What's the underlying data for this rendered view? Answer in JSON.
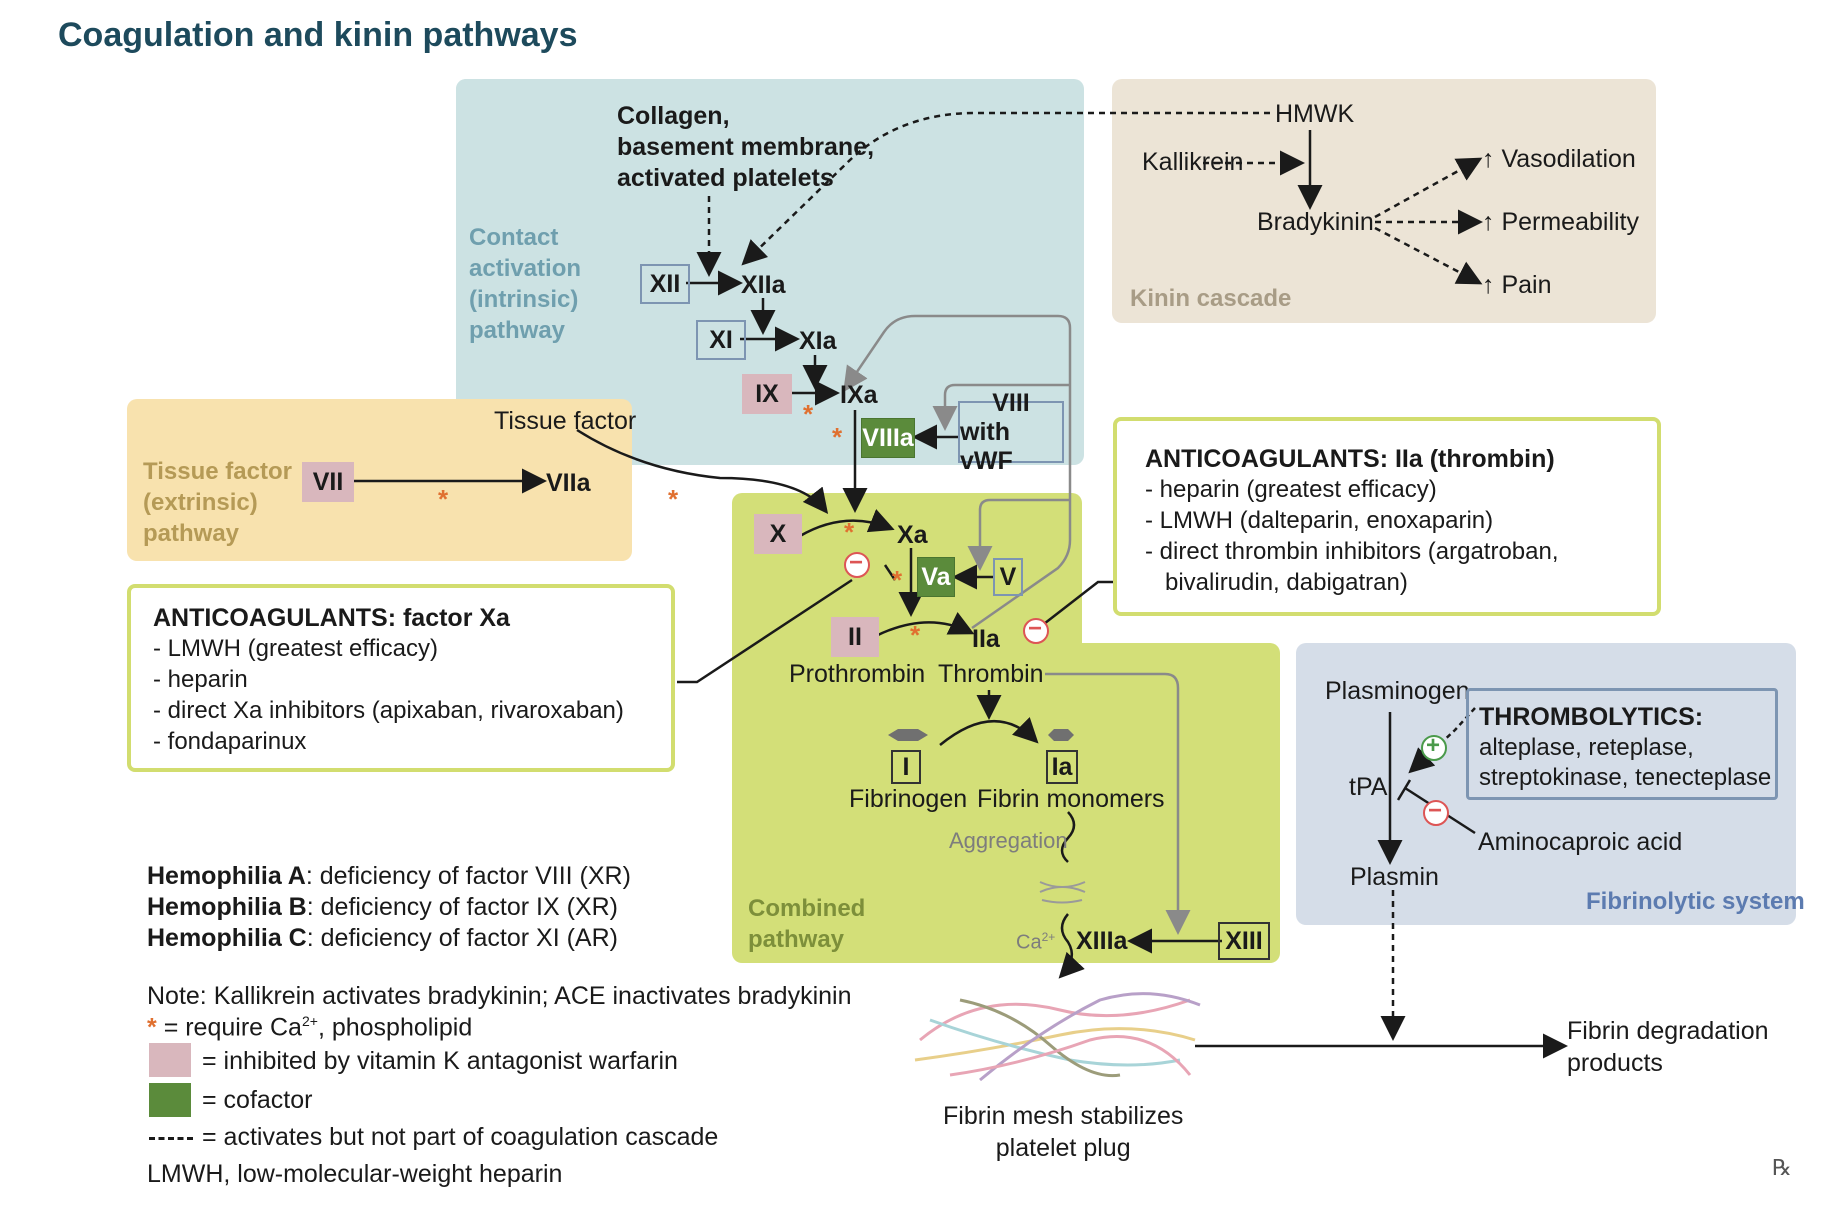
{
  "title": "Coagulation and kinin pathways",
  "colors": {
    "contact_bg": "#cce2e3",
    "tissue_bg": "#f8e2ae",
    "kinin_bg": "#ece4d6",
    "combined_bg": "#d3df78",
    "fibrinolytic_bg": "#d5dde8",
    "warfarin_pink": "#d9b7bd",
    "cofactor_green": "#5b8b3b",
    "box_border": "#d2dd6f",
    "asterisk": "#e07030",
    "region_label_blue": "#6f9fae",
    "region_label_tan": "#a89c86",
    "region_label_orange": "#b59a56",
    "region_label_green": "#7d8f3a",
    "region_label_fibrinolytic": "#5c7bb0"
  },
  "regions": {
    "contact": [
      "Contact",
      "activation",
      "(intrinsic)",
      "pathway"
    ],
    "tissue": [
      "Tissue factor",
      "(extrinsic)",
      "pathway"
    ],
    "kinin": "Kinin cascade",
    "combined": [
      "Combined",
      "pathway"
    ],
    "fibrinolytic": "Fibrinolytic system"
  },
  "contact_inputs": [
    "Collagen,",
    "basement membrane,",
    "activated platelets"
  ],
  "factors": {
    "XII": "XII",
    "XIIa": "XIIa",
    "XI": "XI",
    "XIa": "XIa",
    "IX": "IX",
    "IXa": "IXa",
    "VIIIa": "VIIIa",
    "VIII_line1": "VIII",
    "VIII_line2": "with vWF",
    "VII": "VII",
    "VIIa": "VIIa",
    "tissue_factor": "Tissue factor",
    "X": "X",
    "Xa": "Xa",
    "Va": "Va",
    "V": "V",
    "II": "II",
    "IIa": "IIa",
    "prothrombin": "Prothrombin",
    "thrombin": "Thrombin",
    "I": "I",
    "Ia": "Ia",
    "fibrinogen": "Fibrinogen",
    "fibrin_monomers": "Fibrin monomers",
    "aggregation": "Aggregation",
    "ca": "Ca",
    "ca_sup": "2+",
    "XIIIa": "XIIIa",
    "XIII": "XIII"
  },
  "kinin": {
    "hmwk": "HMWK",
    "kallikrein": "Kallikrein",
    "bradykinin": "Bradykinin",
    "up": "↑",
    "vasodilation": "Vasodilation",
    "permeability": "Permeability",
    "pain": "Pain"
  },
  "anticoag_xa": {
    "title": "ANTICOAGULANTS: factor Xa",
    "items": [
      "- LMWH (greatest efficacy)",
      "- heparin",
      "- direct Xa inhibitors (apixaban, rivaroxaban)",
      "- fondaparinux"
    ]
  },
  "anticoag_iia": {
    "title": "ANTICOAGULANTS: IIa (thrombin)",
    "items": [
      "- heparin (greatest efficacy)",
      "- LMWH (dalteparin, enoxaparin)",
      "- direct thrombin inhibitors (argatroban,",
      "bivalirudin, dabigatran)"
    ]
  },
  "fibrinolytic": {
    "plasminogen": "Plasminogen",
    "tpa": "tPA",
    "plasmin": "Plasmin",
    "aminocaproic": "Aminocaproic acid",
    "thrombolytics_title": "THROMBOLYTICS:",
    "thrombolytics_items": [
      "alteplase, reteplase,",
      "streptokinase, tenecteplase"
    ]
  },
  "outputs": {
    "fibrin_mesh": [
      "Fibrin mesh stabilizes",
      "platelet plug"
    ],
    "degradation": [
      "Fibrin degradation",
      "products"
    ]
  },
  "hemophilia": [
    {
      "name": "Hemophilia A",
      "text": ": deficiency of factor VIII (XR)"
    },
    {
      "name": "Hemophilia B",
      "text": ": deficiency of factor IX (XR)"
    },
    {
      "name": "Hemophilia C",
      "text": ": deficiency of factor XI (AR)"
    }
  ],
  "legend": {
    "note": "Note: Kallikrein activates bradykinin; ACE inactivates bradykinin",
    "asterisk_symbol": "*",
    "asterisk_text": "= require Ca",
    "asterisk_sup": "2+",
    "asterisk_tail": ", phospholipid",
    "pink_text": "= inhibited by vitamin K antagonist warfarin",
    "green_text": "= cofactor",
    "dashed_text": "= activates but not part of coagulation cascade",
    "lmwh": "LMWH, low-molecular-weight heparin"
  },
  "plus": "+",
  "minus": "−",
  "rx": "℞"
}
